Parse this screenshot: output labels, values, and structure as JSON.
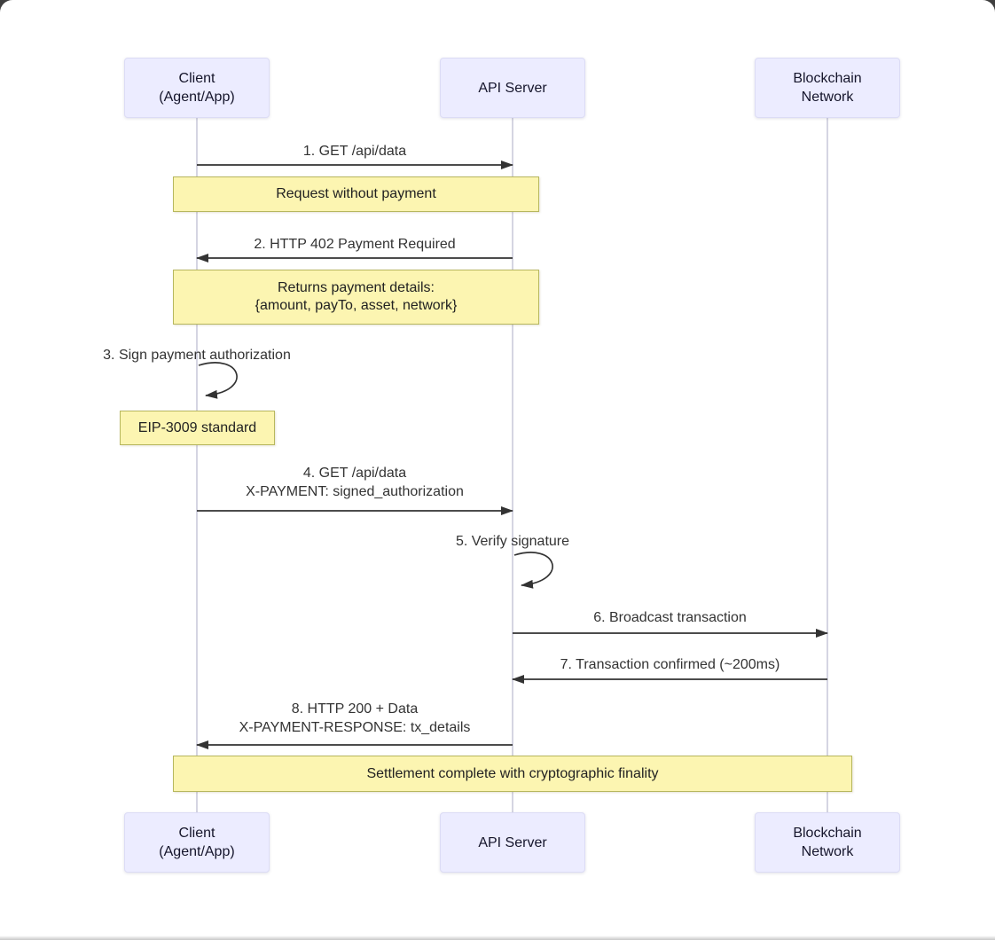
{
  "diagram": {
    "type": "sequence-diagram",
    "actors": {
      "client": {
        "line1": "Client",
        "line2": "(Agent/App)"
      },
      "api": {
        "line1": "API Server",
        "line2": ""
      },
      "blockchain": {
        "line1": "Blockchain",
        "line2": "Network"
      }
    },
    "messages": {
      "m1": {
        "from": "client",
        "to": "api",
        "line1": "1. GET /api/data"
      },
      "m2": {
        "from": "api",
        "to": "client",
        "line1": "2. HTTP 402 Payment Required"
      },
      "m3": {
        "from": "client",
        "to": "client",
        "line1": "3. Sign payment authorization"
      },
      "m4": {
        "from": "client",
        "to": "api",
        "line1": "4. GET /api/data",
        "line2": "X-PAYMENT: signed_authorization"
      },
      "m5": {
        "from": "api",
        "to": "api",
        "line1": "5. Verify signature"
      },
      "m6": {
        "from": "api",
        "to": "blockchain",
        "line1": "6. Broadcast transaction"
      },
      "m7": {
        "from": "blockchain",
        "to": "api",
        "line1": "7. Transaction confirmed (~200ms)"
      },
      "m8": {
        "from": "api",
        "to": "client",
        "line1": "8. HTTP 200 + Data",
        "line2": "X-PAYMENT-RESPONSE: tx_details"
      }
    },
    "notes": {
      "n1": {
        "span": "client-api",
        "line1": "Request without payment"
      },
      "n2": {
        "span": "client-api",
        "line1": "Returns payment details:",
        "line2": "{amount, payTo, asset, network}"
      },
      "n3": {
        "span": "client",
        "line1": "EIP-3009 standard"
      },
      "n4": {
        "span": "client-blockchain",
        "line1": "Settlement complete with cryptographic finality"
      }
    },
    "colors": {
      "actor_fill": "#ECECFF",
      "actor_border": "#dcdcf5",
      "actor_text": "#15152b",
      "note_fill": "#fcf5b1",
      "note_border": "#b7b75e",
      "note_text": "#222222",
      "message_line": "#333333",
      "message_text": "#333333",
      "lifeline": "#d5d5e2",
      "canvas": "#ffffff",
      "backdrop": "#3f3f3f"
    }
  }
}
